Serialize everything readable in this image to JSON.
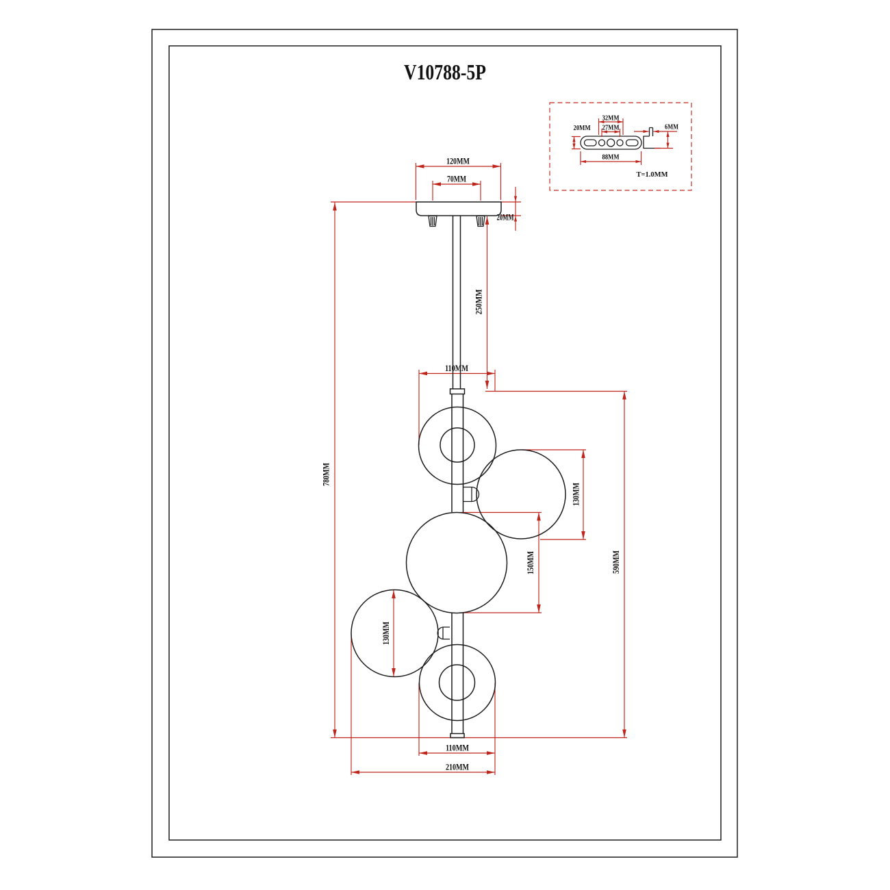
{
  "title": "V10788-5P",
  "colors": {
    "dimension_red": "#c0251c",
    "drawing_black": "#1c1c1c"
  },
  "dimensions": {
    "plate_width": "120MM",
    "screw_spacing": "70MM",
    "plate_thickness": "20MM",
    "stem_length": "250MM",
    "cluster_top_width": "110MM",
    "overall_height": "780MM",
    "cluster_height": "590MM",
    "right_globe_diameter": "130MM",
    "center_globe_diameter": "150MM",
    "left_globe_diameter": "130MM",
    "cluster_bottom_width": "110MM",
    "cluster_overall_width": "210MM"
  },
  "bracket_detail": {
    "height": "20MM",
    "outer_hole_spacing": "32MM",
    "inner_hole_spacing": "27MM",
    "length": "88MM",
    "flange_depth": "6MM",
    "thickness": "T=1.0MM"
  }
}
